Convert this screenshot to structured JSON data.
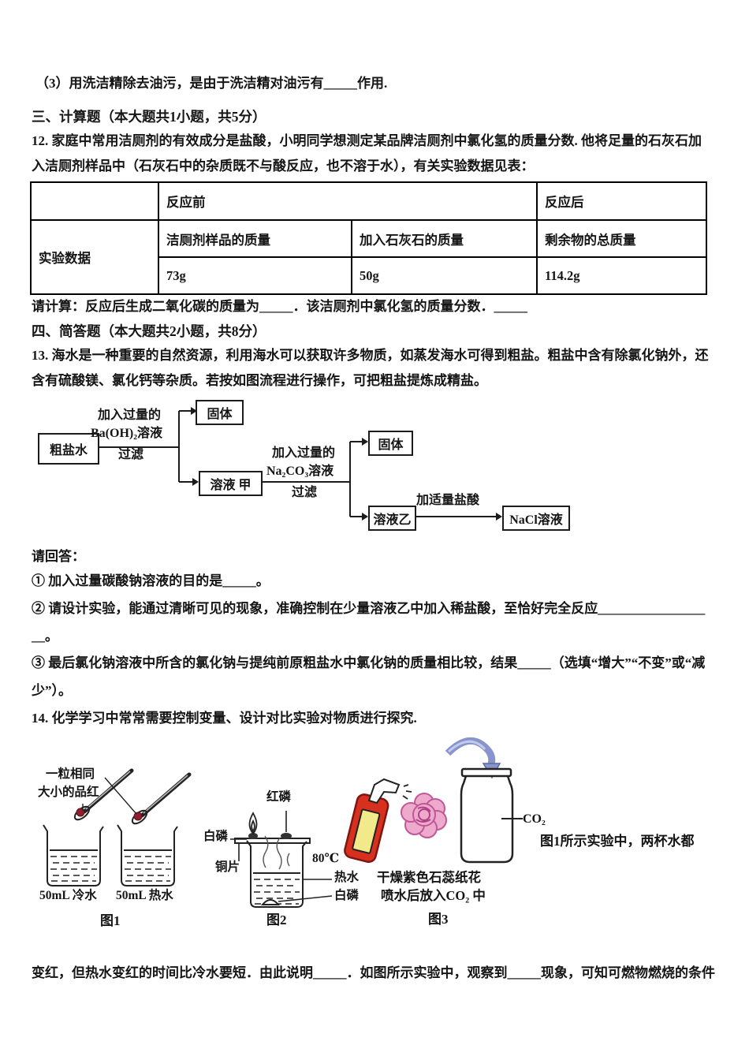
{
  "text": {
    "q3": "（3）用洗洁精除去油污，是由于洗洁精对油污有_____作用.",
    "sec3": "三、计算题（本大题共1小题，共5分）",
    "q12_l1": "12. 家庭中常用洁厕剂的有效成分是盐酸，小明同学想测定某品牌洁厕剂中氯化氢的质量分数. 他将足量的石灰石加",
    "q12_l2": "入洁厕剂样品中（石灰石中的杂质既不与酸反应，也不溶于水），有关实验数据见表：",
    "calc": "请计算：反应后生成二氧化碳的质量为_____．该洁厕剂中氯化氢的质量分数．_____",
    "sec4": "四、简答题（本大题共2小题，共8分）",
    "q13_l1": "13. 海水是一种重要的自然资源，利用海水可以获取许多物质，如蒸发海水可得到粗盐。粗盐中含有除氯化钠外，还",
    "q13_l2": "含有硫酸镁、氯化钙等杂质。若按如图流程进行操作，可把粗盐提炼成精盐。",
    "ask": "请回答：",
    "sub1": "① 加入过量碳酸钠溶液的目的是_____。",
    "sub2": "② 请设计实验，能通过清晰可见的现象，准确控制在少量溶液乙中加入稀盐酸，至恰好完全反应________________",
    "sub2_cont": "__。",
    "sub3_l1": "③ 最后氯化钠溶液中所含的氯化钠与提纯前原粗盐水中氯化钠的质量相比较，结果_____（选填“增大”“不变”或“减",
    "sub3_l2": "少”）。",
    "q14": "14. 化学学习中常常需要控制变量、设计对比实验对物质进行探究.",
    "fig_side": "图1所示实验中，两杯水都",
    "bottom": "变红，但热水变红的时间比冷水要短．由此说明_____．如图所示实验中，观察到_____现象，可知可燃物燃烧的条件"
  },
  "table": {
    "header_before": "反应前",
    "header_after": "反应后",
    "row_label": "实验数据",
    "col_labels": [
      "洁厕剂样品的质量",
      "加入石灰石的质量",
      "剩余物的总质量"
    ],
    "values": [
      "73g",
      "50g",
      "114.2g"
    ]
  },
  "flowchart": {
    "start": "粗盐水",
    "step1_l1": "加入过量的",
    "step1_l2": "Ba(OH)₂溶液",
    "step1_l3": "过滤",
    "solid1": "固体",
    "solution_a": "溶液 甲",
    "step2_l1": "加入过量的",
    "step2_l2": "Na₂CO₃溶液",
    "step2_l3": "过滤",
    "solid2": "固体",
    "solution_b": "溶液乙",
    "step3": "加适量盐酸",
    "nacl": "NaCl溶液"
  },
  "figures": {
    "fig1": {
      "note_l1": "一粒相同",
      "note_l2": "大小的品红",
      "cold": "50mL 冷水",
      "hot": "50mL 热水",
      "caption": "图1"
    },
    "fig2": {
      "red_p": "红磷",
      "white_p_top": "白磷",
      "copper": "铜片",
      "temp": "80℃",
      "hot_water": "热水",
      "white_p_bottom": "白磷",
      "caption": "图2"
    },
    "fig3": {
      "gas": "CO₂",
      "cap_l1": "干燥紫色石蕊纸花",
      "cap_l2": "喷水后放入CO₂ 中",
      "caption": "图3"
    }
  },
  "colors": {
    "ink": "#151515",
    "dye_red": "#8e1f2e",
    "bottle_red": "#d7301f",
    "label_yellow": "#f2ea8a",
    "flower_pink": "#eeaacd",
    "flower_deep": "#c05898",
    "arrow_blue": "#8894cc"
  }
}
